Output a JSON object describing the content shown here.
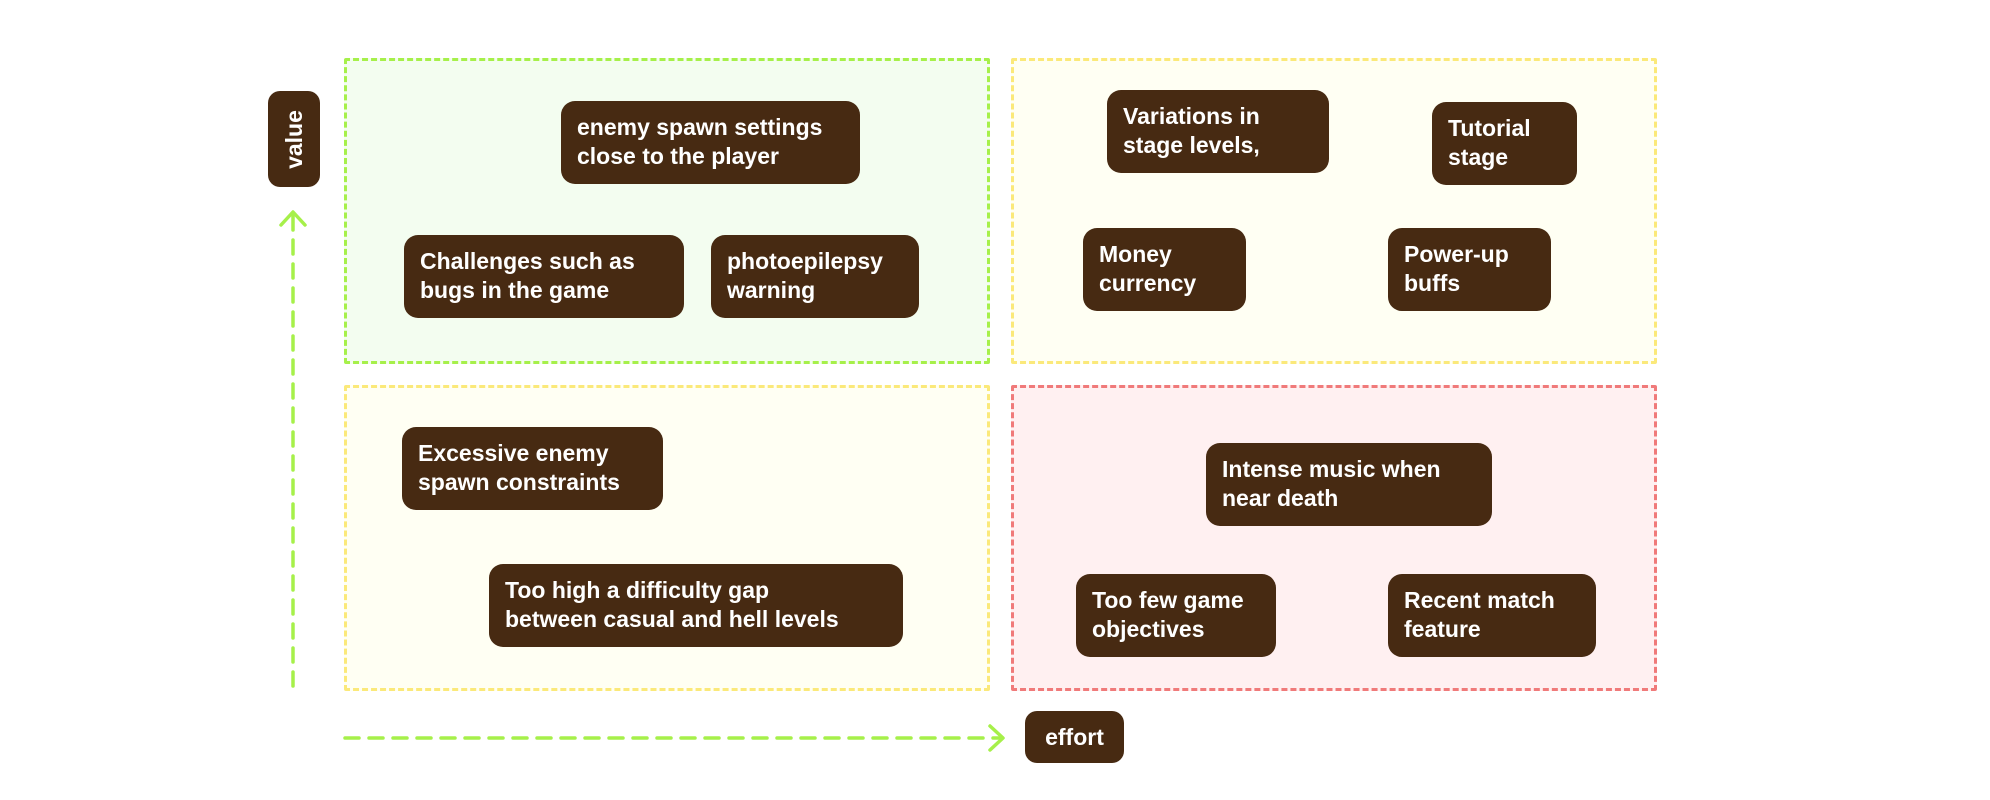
{
  "axes": {
    "y_label": "value",
    "x_label": "effort",
    "color": "#a6f04a"
  },
  "quadrants": [
    {
      "id": "top-left",
      "border": "#a6f04a",
      "fill": "#f3fdf0"
    },
    {
      "id": "top-right",
      "border": "#fbe97a",
      "fill": "#fffff3"
    },
    {
      "id": "bottom-left",
      "border": "#fbe97a",
      "fill": "#fffff3"
    },
    {
      "id": "bottom-right",
      "border": "#f07a7a",
      "fill": "#fff0f1"
    }
  ],
  "notes": {
    "enemy_spawn_close": "enemy spawn settings\nclose to the player",
    "challenges_bugs": "Challenges such as\nbugs in the game",
    "photoepilepsy": "photoepilepsy\nwarning",
    "stage_variations": "Variations in\nstage levels,",
    "tutorial": "Tutorial\nstage",
    "money": "Money\ncurrency",
    "powerup": "Power-up\nbuffs",
    "excessive_spawn": "Excessive enemy\nspawn constraints",
    "difficulty_gap": "Too high a difficulty gap\nbetween casual and hell levels",
    "intense_music": "Intense music when\nnear death",
    "few_objectives": "Too few game\nobjectives",
    "recent_match": "Recent match\nfeature"
  }
}
